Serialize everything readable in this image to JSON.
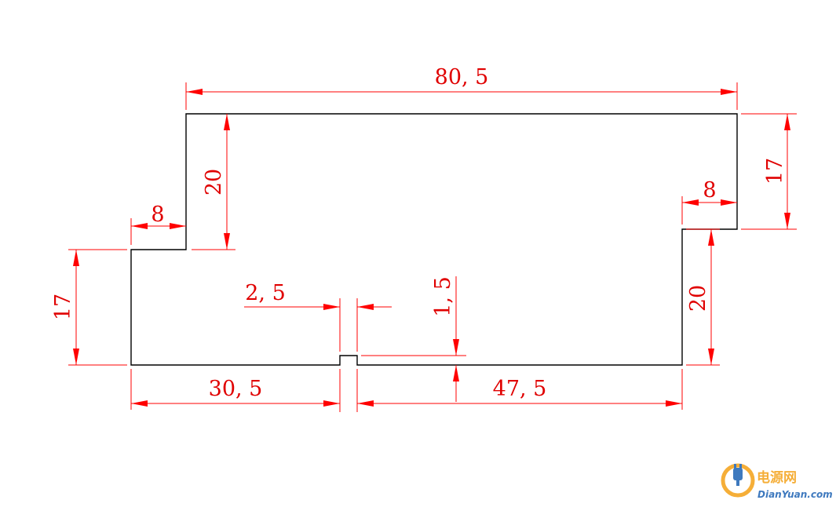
{
  "dimensions": {
    "overall_width": "80, 5",
    "left_upper_height": "20",
    "left_step_width": "8",
    "left_lower_height": "17",
    "right_step_width": "8",
    "right_upper_height": "17",
    "right_lower_height": "20",
    "notch_width": "2, 5",
    "notch_depth": "1, 5",
    "bottom_left_length": "30, 5",
    "bottom_right_length": "47, 5"
  },
  "logo": {
    "name_cn": "电源网",
    "site": "DianYuan.com"
  },
  "colors": {
    "dimension": "#ff0000",
    "outline": "#000000",
    "logo_orange": "#f5a623",
    "logo_blue": "#2a6bb8"
  }
}
